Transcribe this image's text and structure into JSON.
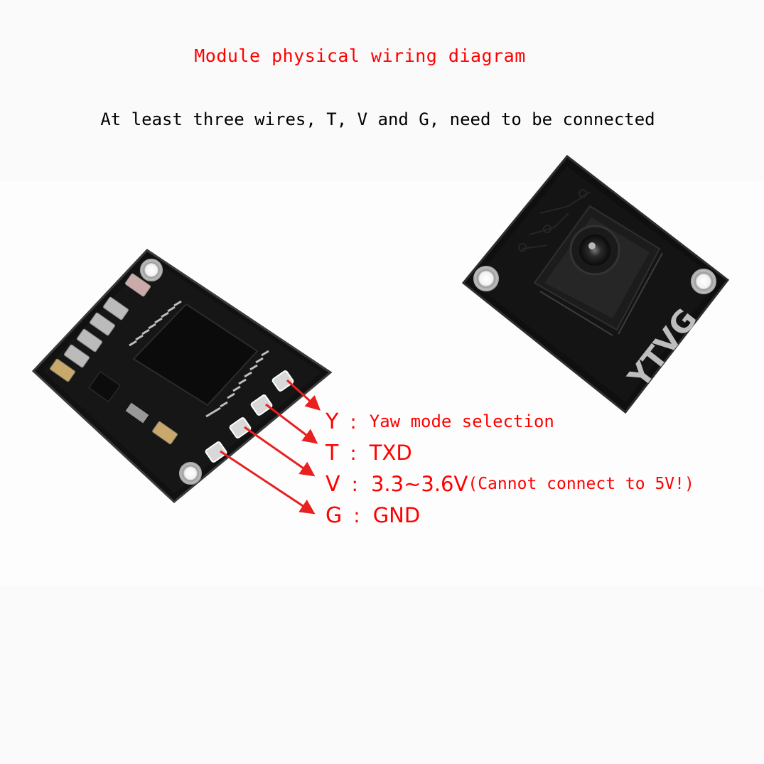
{
  "title": "Module physical wiring diagram",
  "subtitle": "At least three wires, T, V and G, need to be connected",
  "sensor_marking": "YTVG",
  "pins": [
    {
      "letter": "Y",
      "sep": ":",
      "desc": "Yaw mode selection",
      "note": ""
    },
    {
      "letter": "T",
      "sep": ":",
      "desc": "TXD",
      "note": ""
    },
    {
      "letter": "V",
      "sep": ":",
      "desc": "3.3~3.6V",
      "note": "(Cannot connect to 5V!)"
    },
    {
      "letter": "G",
      "sep": ":",
      "desc": "GND",
      "note": ""
    }
  ],
  "colors": {
    "label_red": "#ff0000",
    "arrow_red": "#e82020",
    "pcb_black": "#121212",
    "pad_silver": "#d8d8d8",
    "background": "#fafafa"
  }
}
